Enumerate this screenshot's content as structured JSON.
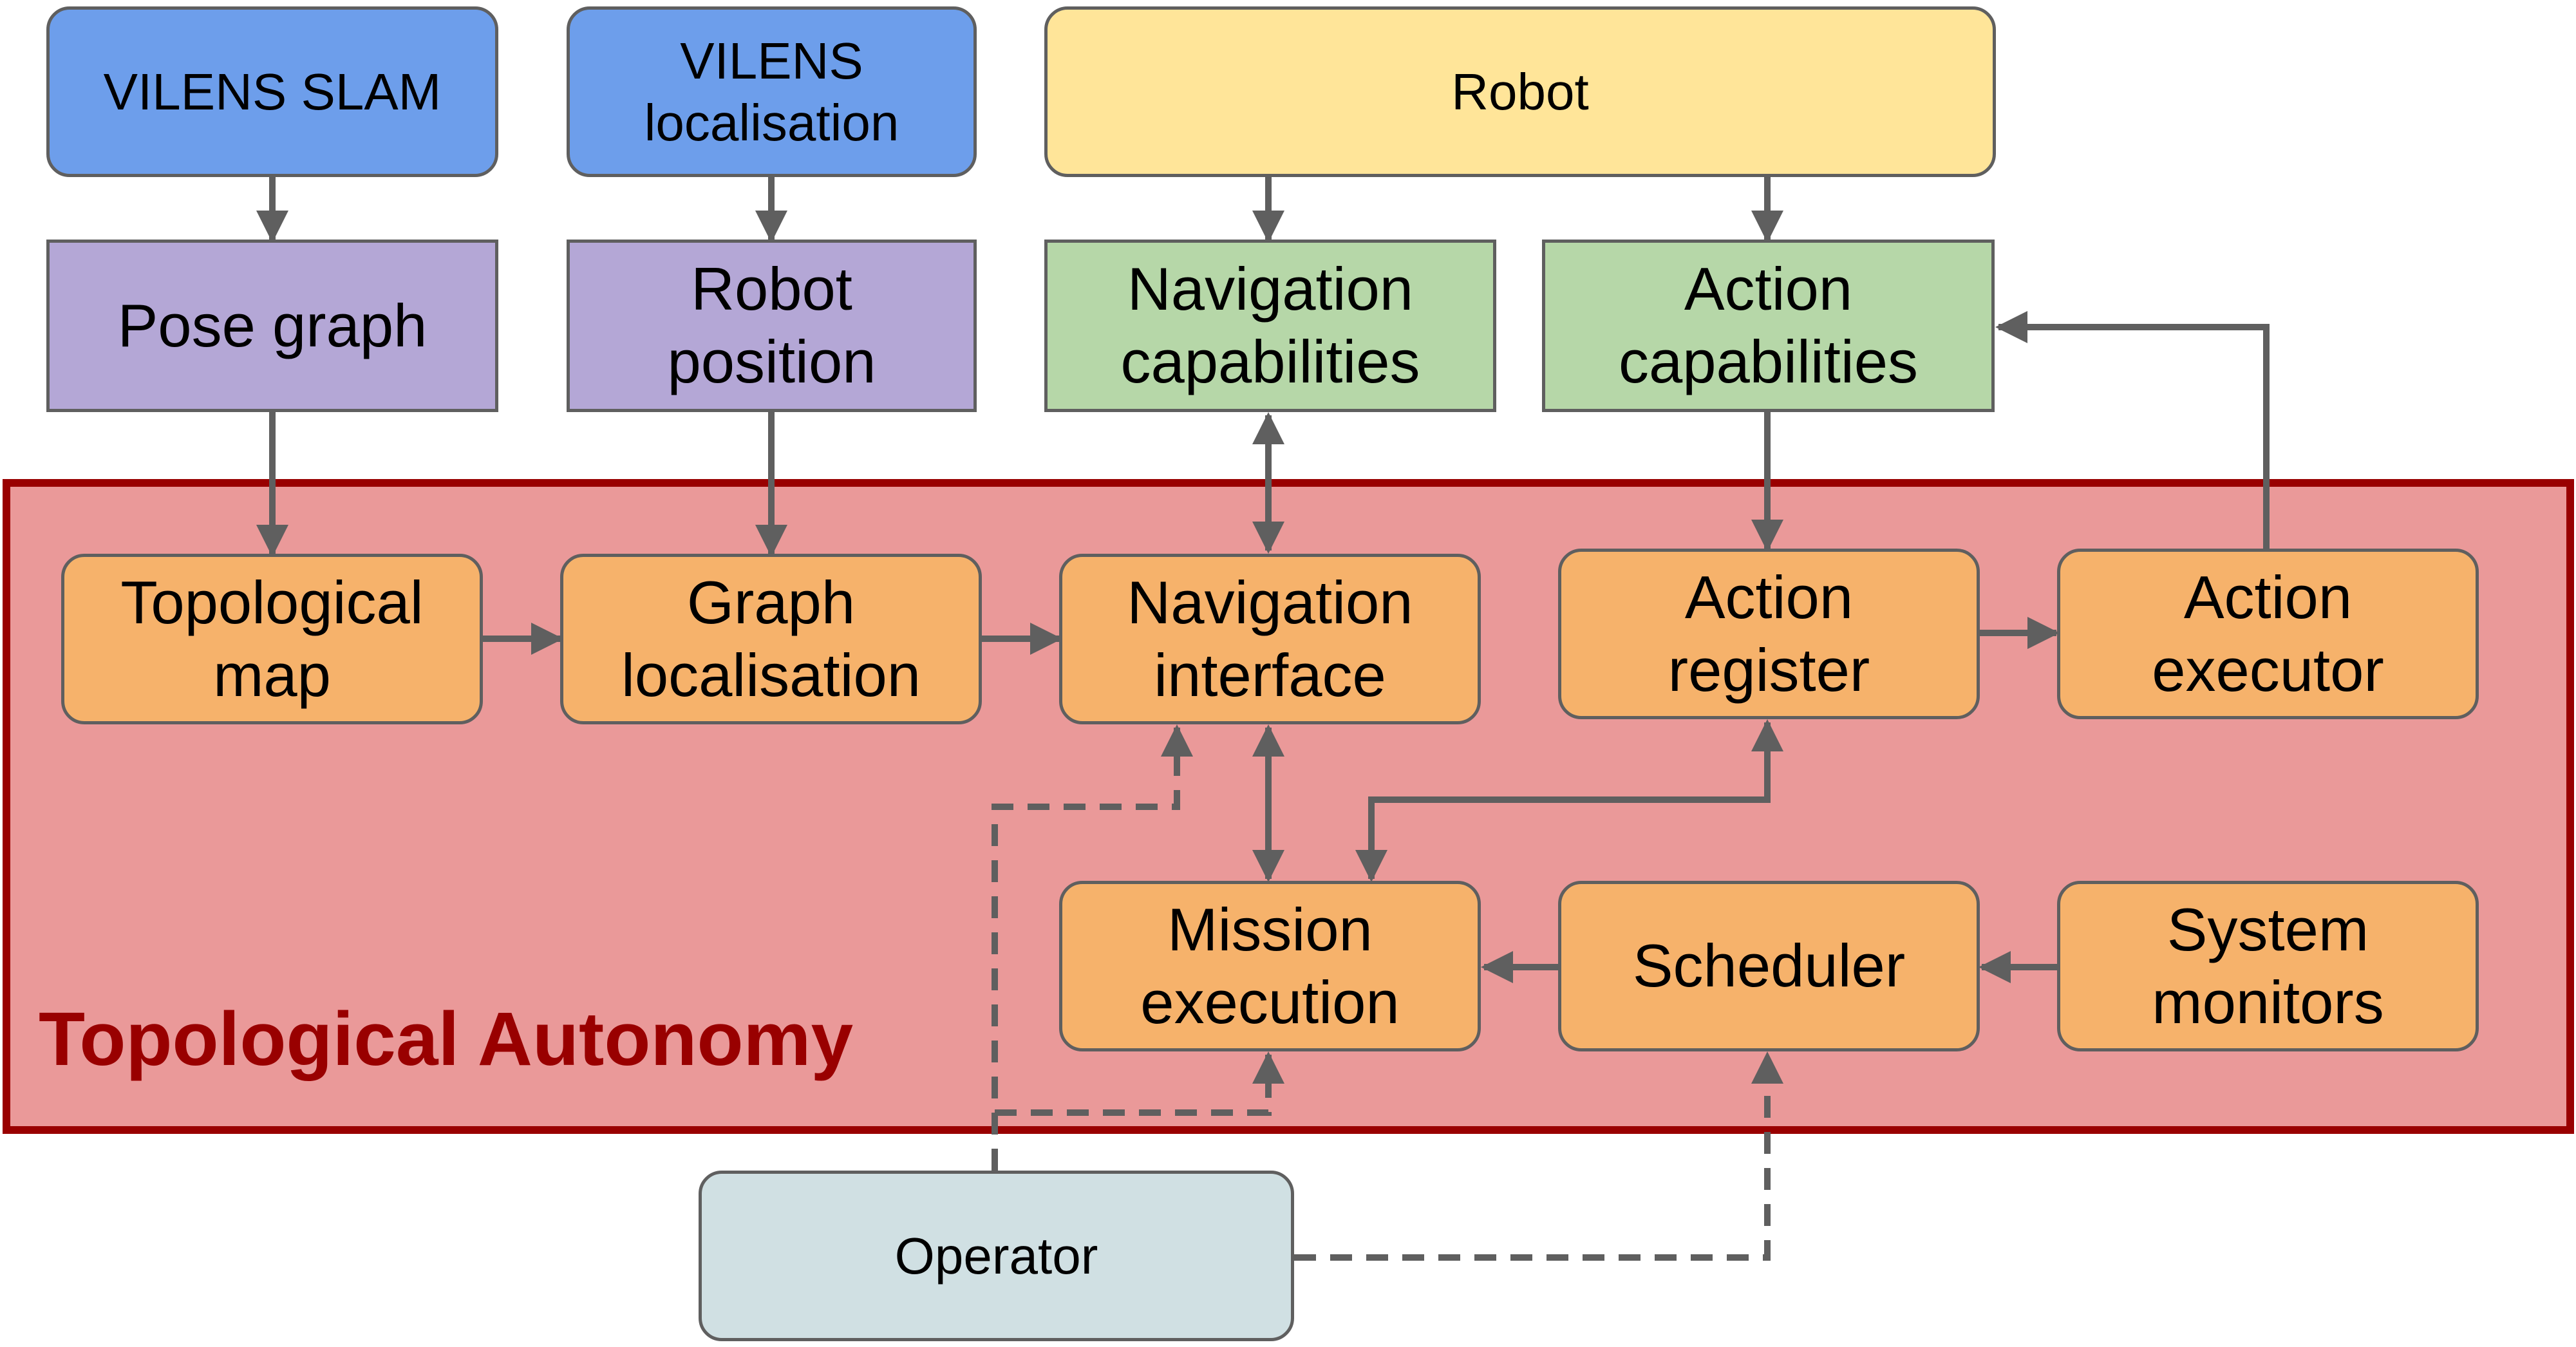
{
  "region": {
    "title": "Topological Autonomy",
    "fill_color": "#ea9999",
    "border_color": "#990000",
    "title_color": "#990000"
  },
  "nodes": {
    "vilens_slam": "VILENS SLAM",
    "vilens_localisation": "VILENS\nlocalisation",
    "robot": "Robot",
    "pose_graph": "Pose graph",
    "robot_position": "Robot\nposition",
    "navigation_capabilities": "Navigation\ncapabilities",
    "action_capabilities": "Action\ncapabilities",
    "topological_map": "Topological\nmap",
    "graph_localisation": "Graph\nlocalisation",
    "navigation_interface": "Navigation\ninterface",
    "action_register": "Action\nregister",
    "action_executor": "Action\nexecutor",
    "mission_execution": "Mission\nexecution",
    "scheduler": "Scheduler",
    "system_monitors": "System\nmonitors",
    "operator": "Operator"
  },
  "colors": {
    "source_blue": "#6d9eeb",
    "robot_yellow": "#ffe599",
    "data_purple": "#b4a7d6",
    "capability_green": "#b6d7a8",
    "component_orange": "#f6b26b",
    "operator_grey": "#d0e0e3",
    "arrow_grey": "#5f5f5f"
  },
  "edges": [
    {
      "from": "vilens_slam",
      "to": "pose_graph",
      "style": "solid"
    },
    {
      "from": "vilens_localisation",
      "to": "robot_position",
      "style": "solid"
    },
    {
      "from": "robot",
      "to": "navigation_capabilities",
      "style": "solid"
    },
    {
      "from": "robot",
      "to": "action_capabilities",
      "style": "solid"
    },
    {
      "from": "pose_graph",
      "to": "topological_map",
      "style": "solid"
    },
    {
      "from": "robot_position",
      "to": "graph_localisation",
      "style": "solid"
    },
    {
      "from": "navigation_capabilities",
      "to": "navigation_interface",
      "style": "solid",
      "bidirectional": true
    },
    {
      "from": "action_capabilities",
      "to": "action_register",
      "style": "solid"
    },
    {
      "from": "action_executor",
      "to": "action_capabilities",
      "style": "solid"
    },
    {
      "from": "topological_map",
      "to": "graph_localisation",
      "style": "solid"
    },
    {
      "from": "graph_localisation",
      "to": "navigation_interface",
      "style": "solid"
    },
    {
      "from": "action_register",
      "to": "action_executor",
      "style": "solid"
    },
    {
      "from": "navigation_interface",
      "to": "mission_execution",
      "style": "solid",
      "bidirectional": true
    },
    {
      "from": "action_register",
      "to": "mission_execution",
      "style": "solid",
      "bidirectional": true
    },
    {
      "from": "scheduler",
      "to": "mission_execution",
      "style": "solid"
    },
    {
      "from": "system_monitors",
      "to": "scheduler",
      "style": "solid"
    },
    {
      "from": "operator",
      "to": "navigation_interface",
      "style": "dashed"
    },
    {
      "from": "operator",
      "to": "mission_execution",
      "style": "dashed"
    },
    {
      "from": "operator",
      "to": "scheduler",
      "style": "dashed"
    }
  ]
}
